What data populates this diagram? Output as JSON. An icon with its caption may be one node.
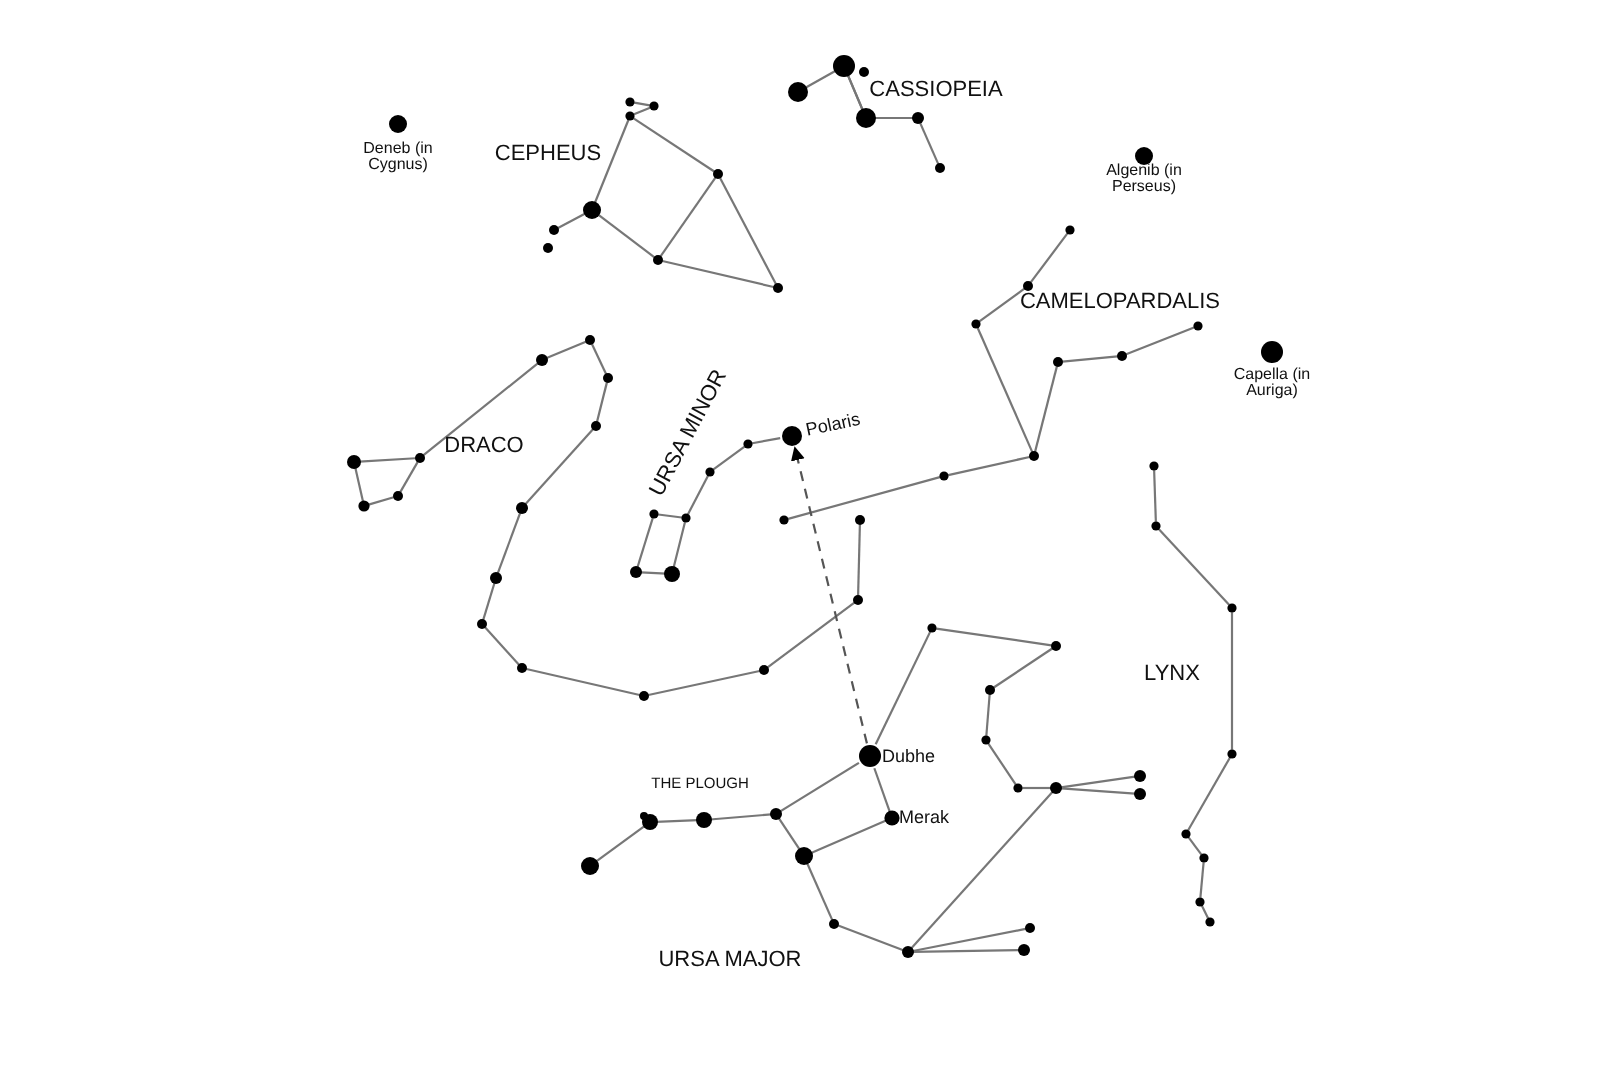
{
  "diagram": {
    "nodes": [
      {
        "text": [],
        "shape": "circle",
        "beside": [
          "Polaris"
        ]
      },
      {
        "text": [],
        "shape": "circle",
        "beside": [
          "Dubhe"
        ]
      }
    ],
    "edges": [
      {
        "from": 1,
        "to": 0,
        "arrow": "to",
        "style": "dashed"
      }
    ],
    "labels": [
      "CASSIOPEIA",
      "Deneb (in Cygnus)",
      "CEPHEUS",
      "Algenib (in Perseus)",
      "CAMELOPARDALIS",
      "Capella (in Auriga)",
      "DRACO",
      "URSA MINOR",
      "LYNX",
      "THE PLOUGH",
      "Merak",
      "URSA MAJOR"
    ]
  }
}
